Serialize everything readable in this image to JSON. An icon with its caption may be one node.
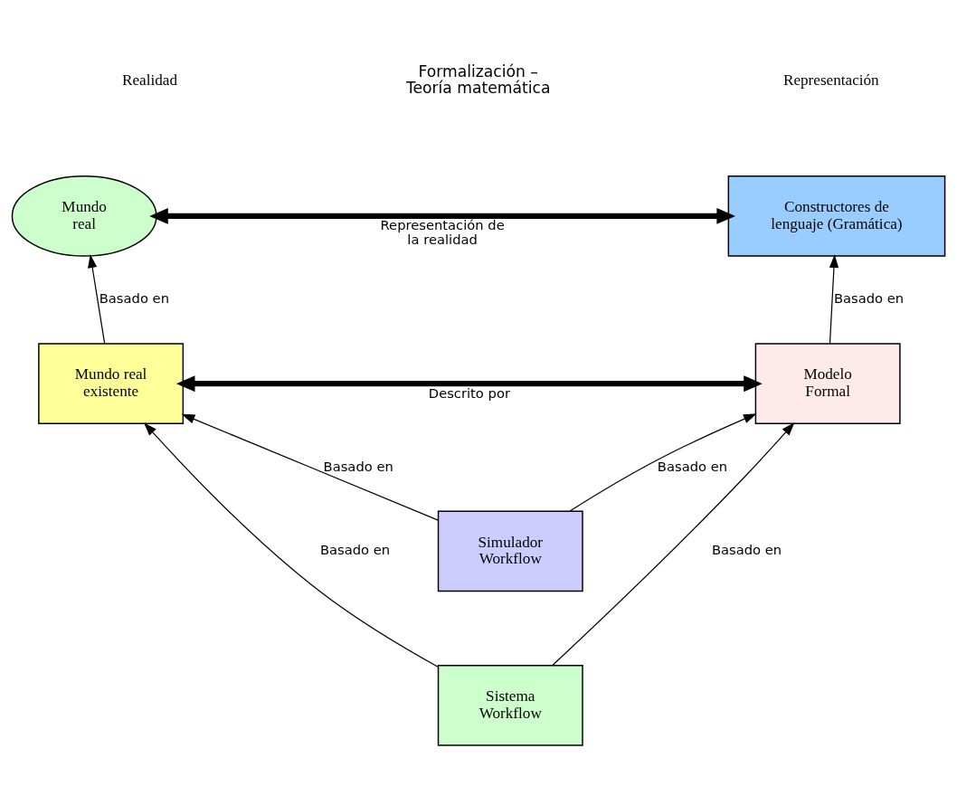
{
  "diagram": {
    "nodes": [
      {
        "text": [
          "Mundo real"
        ]
      },
      {
        "text": [
          "Constructores de lenguaje (Gramática)"
        ]
      },
      {
        "text": [
          "Mundo real existente"
        ]
      },
      {
        "text": [
          "Modelo Formal"
        ]
      },
      {
        "text": [
          "Simulador Workflow"
        ]
      },
      {
        "text": [
          "Sistema Workflow"
        ]
      }
    ],
    "edges": [
      {
        "from": 0,
        "to": 1,
        "arrow": "both",
        "label": "Representación de la realidad",
        "style": "thick"
      },
      {
        "from": 2,
        "to": 0,
        "arrow": "to",
        "label": "Basado en"
      },
      {
        "from": 3,
        "to": 1,
        "arrow": "to",
        "label": "Basado en"
      },
      {
        "from": 2,
        "to": 3,
        "arrow": "both",
        "label": "Descrito por",
        "style": "thick"
      },
      {
        "from": 4,
        "to": 3,
        "arrow": "to",
        "label": "Basado en"
      },
      {
        "from": 4,
        "to": 2,
        "arrow": "to",
        "label": "Basado en"
      },
      {
        "from": 5,
        "to": 2,
        "arrow": "to",
        "label": "Basado en"
      },
      {
        "from": 5,
        "to": 3,
        "arrow": "to",
        "label": "Basado en"
      }
    ],
    "labels": [
      "Realidad",
      "Representación",
      "Formalización – Teoría matemática"
    ]
  }
}
